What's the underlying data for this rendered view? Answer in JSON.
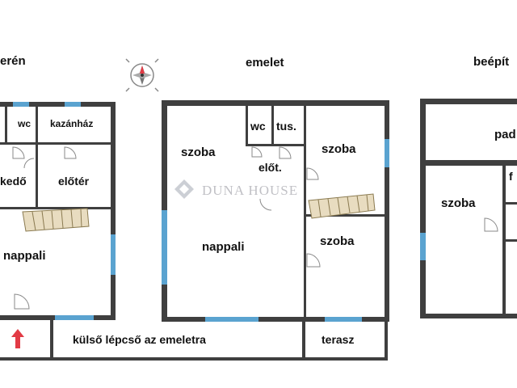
{
  "floors": {
    "ground_header": "erén",
    "upper_header": "emelet",
    "attic_header": "beépít"
  },
  "rooms": {
    "wc_ground": "wc",
    "boiler_room": "kazánház",
    "pantry_partial": "kedő",
    "hall_ground": "előtér",
    "living_ground": "nappali",
    "wc_upper": "wc",
    "shower_upper": "tus.",
    "room_upper_left": "szoba",
    "room_upper_right": "szoba",
    "hall_upper": "előt.",
    "living_upper": "nappali",
    "room_upper_lower_right": "szoba",
    "attic_partial": "pad",
    "attic_room": "szoba",
    "attic_small_partial": "f"
  },
  "outside": {
    "stairs": "külső lépcső az emeletra",
    "terrace": "terasz"
  },
  "watermark": "DUNA HOUSE",
  "colors": {
    "wall": "#3f3f3f",
    "window": "#5aa3d0",
    "stair": "#c9b27c",
    "arrow": "#e23b45"
  },
  "icons": {
    "compass": "compass-icon",
    "arrow": "entrance-arrow-icon",
    "logo": "duna-house-logo-icon"
  }
}
